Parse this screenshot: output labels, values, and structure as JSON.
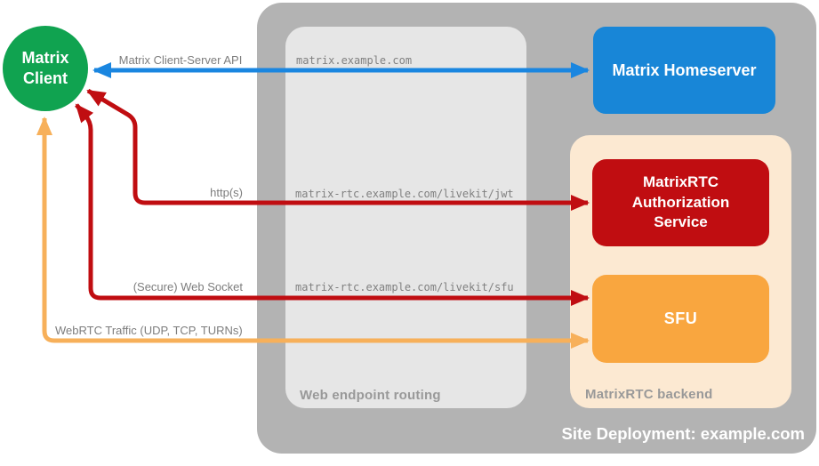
{
  "site": {
    "label": "Site Deployment: example.com"
  },
  "client": {
    "line1": "Matrix",
    "line2": "Client"
  },
  "nodes": {
    "homeserver": {
      "label": "Matrix Homeserver"
    },
    "auth": {
      "label": "MatrixRTC Authorization Service"
    },
    "sfu": {
      "label": "SFU"
    }
  },
  "routing": {
    "label": "Web endpoint routing",
    "endpoints": {
      "homeserver": "matrix.example.com",
      "jwt": "matrix-rtc.example.com/livekit/jwt",
      "sfu": "matrix-rtc.example.com/livekit/sfu"
    }
  },
  "backend": {
    "label": "MatrixRTC backend"
  },
  "arrows": {
    "cs_api": "Matrix Client-Server API",
    "http": "http(s)",
    "websocket": "(Secure) Web Socket",
    "webrtc": "WebRTC Traffic (UDP, TCP, TURNs)"
  },
  "colors": {
    "client_green": "#10a350",
    "homeserver_blue": "#1886d7",
    "cs_api_blue": "#1a86e0",
    "auth_red": "#c00d11",
    "sfu_orange": "#f9a63f",
    "webrtc_arrow_orange": "#f7b05a",
    "outer_container_gray": "#b3b3b3",
    "routing_panel_gray": "#e6e6e6",
    "backend_panel_peach": "#fce9d2",
    "edge_label_gray": "#7d7d7d",
    "container_label_gray": "#999999"
  }
}
